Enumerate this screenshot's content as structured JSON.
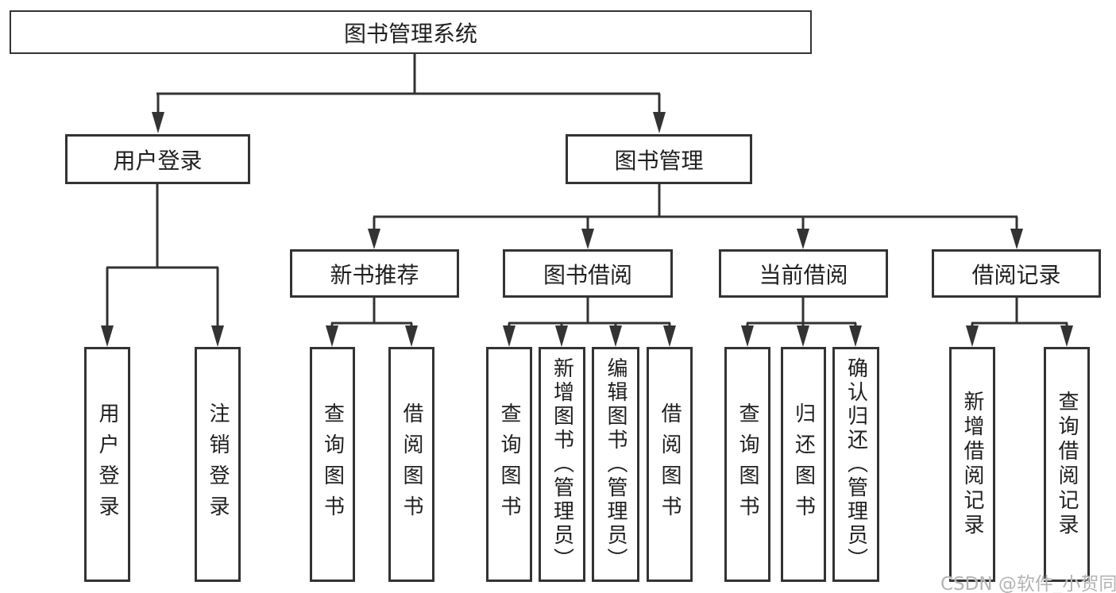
{
  "diagram": {
    "root": {
      "label": "图书管理系统"
    },
    "branches": [
      {
        "label": "用户登录",
        "children": [
          {
            "label": "用户登录"
          },
          {
            "label": "注销登录"
          }
        ]
      },
      {
        "label": "图书管理",
        "children": [
          {
            "label": "新书推荐",
            "children": [
              {
                "label": "查询图书"
              },
              {
                "label": "借阅图书"
              }
            ]
          },
          {
            "label": "图书借阅",
            "children": [
              {
                "label": "查询图书"
              },
              {
                "label": "新增图书（管理员）"
              },
              {
                "label": "编辑图书（管理员）"
              },
              {
                "label": "借阅图书"
              }
            ]
          },
          {
            "label": "当前借阅",
            "children": [
              {
                "label": "查询图书"
              },
              {
                "label": "归还图书"
              },
              {
                "label": "确认归还（管理员）"
              }
            ]
          },
          {
            "label": "借阅记录",
            "children": [
              {
                "label": "新增借阅记录"
              },
              {
                "label": "查询借阅记录"
              }
            ]
          }
        ]
      }
    ]
  },
  "watermark": "CSDN @软件_小贺同学",
  "colors": {
    "line": "#333333",
    "text": "#1f1f1f",
    "background": "#ffffff",
    "watermark": "#b3b3b3"
  }
}
